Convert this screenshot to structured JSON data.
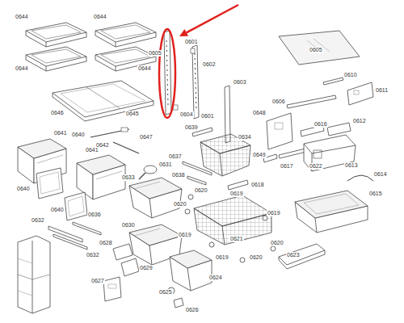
{
  "diagram": {
    "labels": [
      "0644",
      "0644",
      "0644",
      "0644",
      "0605",
      "0601",
      "0602",
      "0603",
      "0604",
      "0601",
      "0646",
      "0645",
      "0641",
      "0640",
      "0642",
      "0647",
      "0641",
      "0640",
      "0640",
      "0632",
      "0636",
      "0632",
      "0631",
      "0633",
      "0630",
      "0628",
      "0629",
      "0627",
      "0625",
      "0626",
      "0624",
      "0639",
      "0634",
      "0637",
      "0638",
      "0618",
      "0619",
      "0620",
      "0620",
      "0619",
      "0619",
      "0621",
      "0620",
      "0619",
      "0620",
      "0605",
      "0610",
      "0611",
      "0606",
      "0648",
      "0612",
      "0616",
      "0649",
      "0617",
      "0622",
      "0613",
      "0614",
      "0615",
      "0623"
    ]
  }
}
